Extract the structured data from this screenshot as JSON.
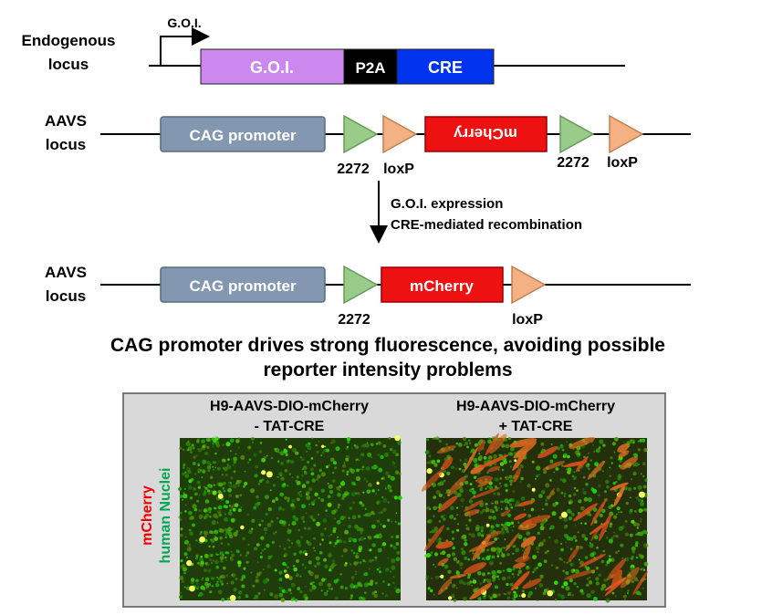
{
  "top": {
    "locus_label_line1": "Endogenous",
    "locus_label_line2": "locus",
    "tss_label": "G.O.I.",
    "goi_box": "G.O.I.",
    "p2a_box": "P2A",
    "cre_box": "CRE"
  },
  "middle": {
    "locus_label_line1": "AAVS",
    "locus_label_line2": "locus",
    "promoter_box": "CAG promoter",
    "mcherry_box_inverted": "mCherry",
    "site1_2272": "2272",
    "site1_loxp": "loxP",
    "site2_2272": "2272",
    "site2_loxp": "loxP"
  },
  "arrow_text": {
    "line1": "G.O.I. expression",
    "line2": "CRE-mediated recombination"
  },
  "bottom": {
    "locus_label_line1": "AAVS",
    "locus_label_line2": "locus",
    "promoter_box": "CAG promoter",
    "mcherry_box": "mCherry",
    "site_2272": "2272",
    "site_loxp": "loxP"
  },
  "caption": {
    "line1": "CAG promoter drives strong fluorescence, avoiding possible",
    "line2": "reporter intensity problems"
  },
  "panel": {
    "left_title_line1": "H9-AAVS-DIO-mCherry",
    "left_title_line2": "- TAT-CRE",
    "right_title_line1": "H9-AAVS-DIO-mCherry",
    "right_title_line2": "+ TAT-CRE",
    "side_label_red": "mCherry",
    "side_label_green": "human Nuclei"
  },
  "colors": {
    "goi": "#cc88ee",
    "p2a": "#000000",
    "cre": "#0033ee",
    "promoter": "#8497b0",
    "mcherry": "#ee1111",
    "site_2272": "#99cc88",
    "site_loxp": "#f4b183",
    "panel_bg": "#d9d9d9",
    "label_red": "#ee0000",
    "label_green": "#00a651"
  }
}
